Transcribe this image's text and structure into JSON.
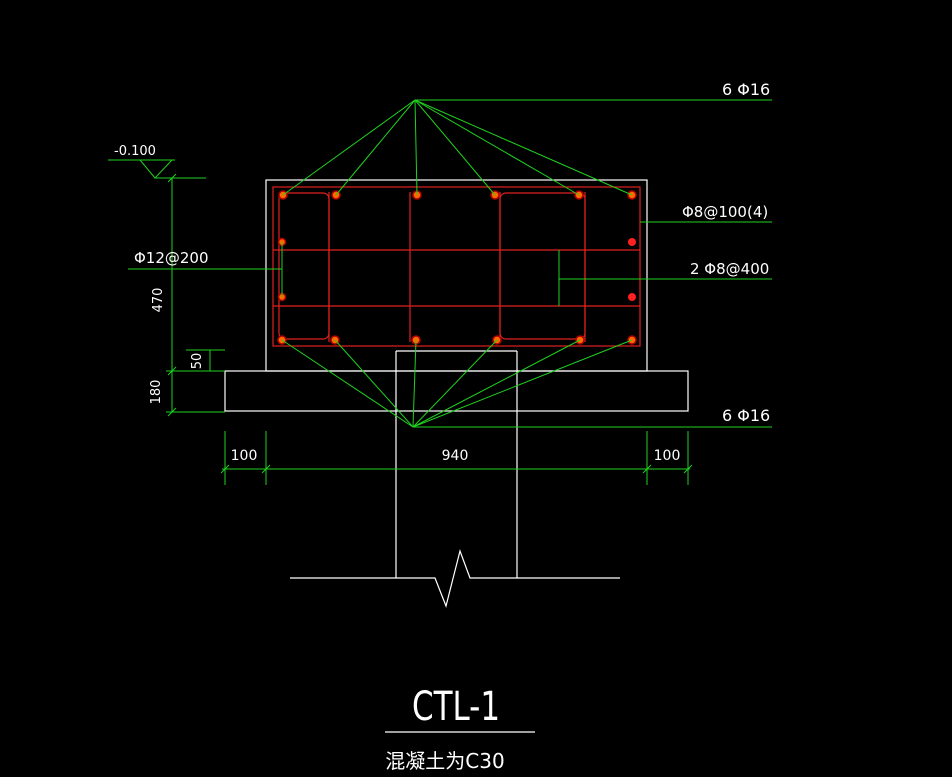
{
  "drawing": {
    "title": "CTL-1",
    "note": "混凝土为C30",
    "colors": {
      "background": "#000000",
      "outline": "#ffffff",
      "leader": "#1fd21f",
      "rebar": "#e02020",
      "bar_dot": "#ff6a00"
    }
  },
  "labels": {
    "top_bars": "6 Φ16",
    "stirrup": "Φ8@100(4)",
    "side_bars": "2 Φ8@400",
    "bottom_bars": "6 Φ16",
    "tie_bars": "Φ12@200",
    "elevation": "-0.100"
  },
  "dimensions": {
    "height_470": "470",
    "height_50": "50",
    "height_180": "180",
    "width_left": "100",
    "width_main": "940",
    "width_right": "100"
  }
}
